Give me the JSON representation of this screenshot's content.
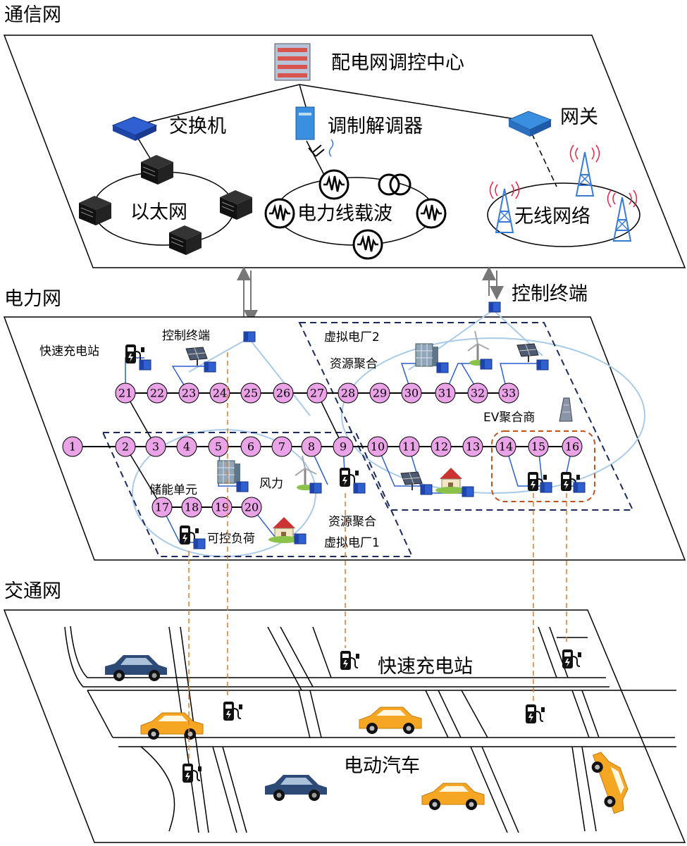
{
  "layers": {
    "comm": "通信网",
    "power": "电力网",
    "traffic": "交通网"
  },
  "comm": {
    "center": "配电网调控中心",
    "switch": "交换机",
    "modem": "调制解调器",
    "gateway": "网关",
    "ethernet": "以太网",
    "plc": "电力线载波",
    "wireless": "无线网络"
  },
  "power": {
    "control_terminal_right": "控制终端",
    "control_terminal_left": "控制终端",
    "fast_station": "快速充电站",
    "vpp2_title": "虚拟电厂2",
    "vpp2_agg": "资源聚合",
    "ev_agg": "EV聚合商",
    "storage": "储能单元",
    "wind": "风力",
    "controllable_load": "可控负荷",
    "vpp1_agg": "资源聚合",
    "vpp1_title": "虚拟电厂1",
    "nodes": [
      "1",
      "2",
      "3",
      "4",
      "5",
      "6",
      "7",
      "8",
      "9",
      "10",
      "11",
      "12",
      "13",
      "14",
      "15",
      "16",
      "17",
      "18",
      "19",
      "20",
      "21",
      "22",
      "23",
      "24",
      "25",
      "26",
      "27",
      "28",
      "29",
      "30",
      "31",
      "32",
      "33"
    ]
  },
  "traffic": {
    "fast_station": "快速充电站",
    "ev": "电动汽车"
  },
  "colors": {
    "node": "#eba3e8",
    "dashed_box": "#1d2a5e",
    "ev_box": "#c0521c",
    "link_orange": "#e07b2c",
    "car_orange": "#f5a623",
    "terminal_blue": "#2f5fd0"
  }
}
